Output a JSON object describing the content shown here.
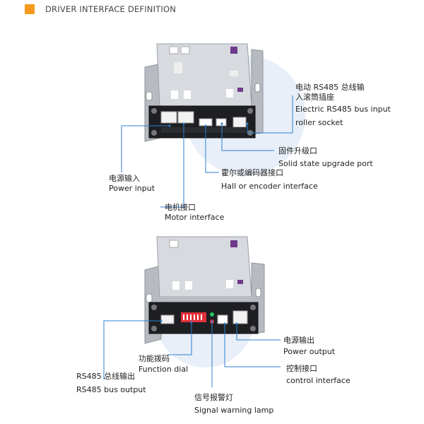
{
  "header": {
    "title": "DRIVER INTERFACE DEFINITION",
    "accent": "#f39a1e"
  },
  "top_device": {
    "labels": {
      "rs485_in_cn_line1": "电动 RS485 总线输",
      "rs485_in_cn_line2": "入滚筒插座",
      "rs485_in_en_line1": "Electric RS485 bus input",
      "rs485_in_en_line2": "roller socket",
      "firmware_cn": "固件升级口",
      "firmware_en": "Solid state upgrade port",
      "hall_cn": "霍尔或编码器接口",
      "hall_en": "Hall or encoder interface",
      "power_in_cn": "电源输入",
      "power_in_en": "Power input",
      "motor_cn": "电机接口",
      "motor_en": "Motor interface"
    }
  },
  "bottom_device": {
    "labels": {
      "power_out_cn": "电源输出",
      "power_out_en": "Power output",
      "function_cn": "功能拨码",
      "function_en": "Function dial",
      "control_cn": "控制接口",
      "control_en": "control interface",
      "rs485_out_cn": "RS485 总线输出",
      "rs485_out_en": "RS485 bus output",
      "signal_cn": "信号报警灯",
      "signal_en": "Signal warning lamp"
    }
  },
  "colors": {
    "callout_line": "#2f7fd3",
    "device_body": "#c9ccd1",
    "panel": "#1e1f22",
    "dip": "#e0303a"
  }
}
